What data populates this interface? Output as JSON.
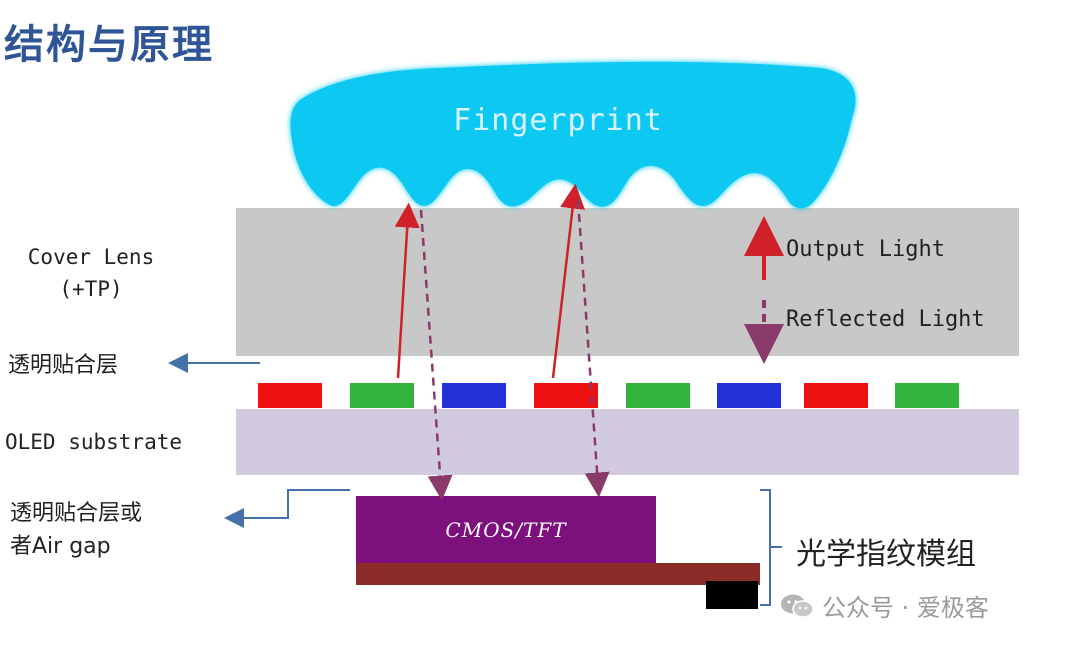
{
  "title": "结构与原理",
  "fingerprint_label": "Fingerprint",
  "layers": {
    "cover_lens": "Cover Lens\n(+TP)",
    "adhesive_top": "透明贴合层",
    "oled": "OLED substrate",
    "adhesive_bottom": "透明贴合层或\n者Air gap",
    "sensor": "CMOS/TFT",
    "module": "光学指纹模组"
  },
  "legend": {
    "output": "Output Light",
    "reflected": "Reflected Light"
  },
  "pixels": [
    "red",
    "green",
    "blue",
    "red",
    "green",
    "blue",
    "red",
    "green"
  ],
  "colors": {
    "red": "#ee1111",
    "green": "#33b53d",
    "blue": "#2332d6",
    "fingerprint": "#0ac8f0",
    "output_arrow": "#d0202a",
    "reflected_arrow": "#8a3a6a",
    "pointer": "#4472a8"
  },
  "watermark": "公众号 · 爱极客"
}
